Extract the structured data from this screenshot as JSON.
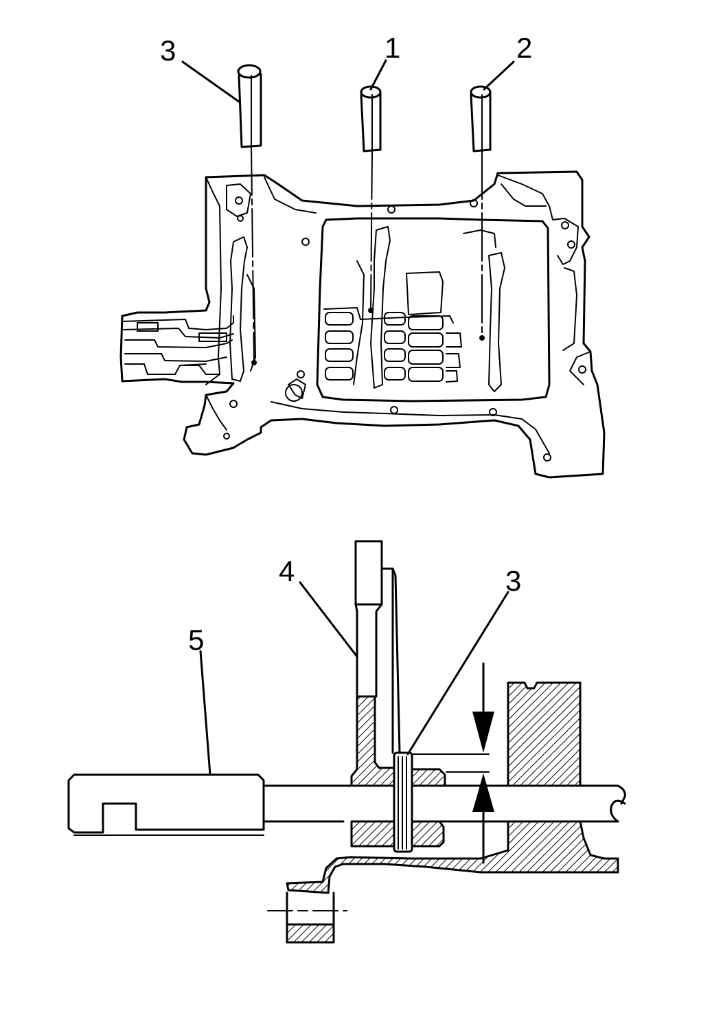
{
  "callouts": {
    "top_pin_left": "3",
    "top_pin_center": "1",
    "top_pin_right": "2",
    "bottom_tool": "4",
    "bottom_pin": "3",
    "bottom_rail": "5"
  },
  "colors": {
    "ink": "#000000",
    "paper": "#ffffff"
  }
}
